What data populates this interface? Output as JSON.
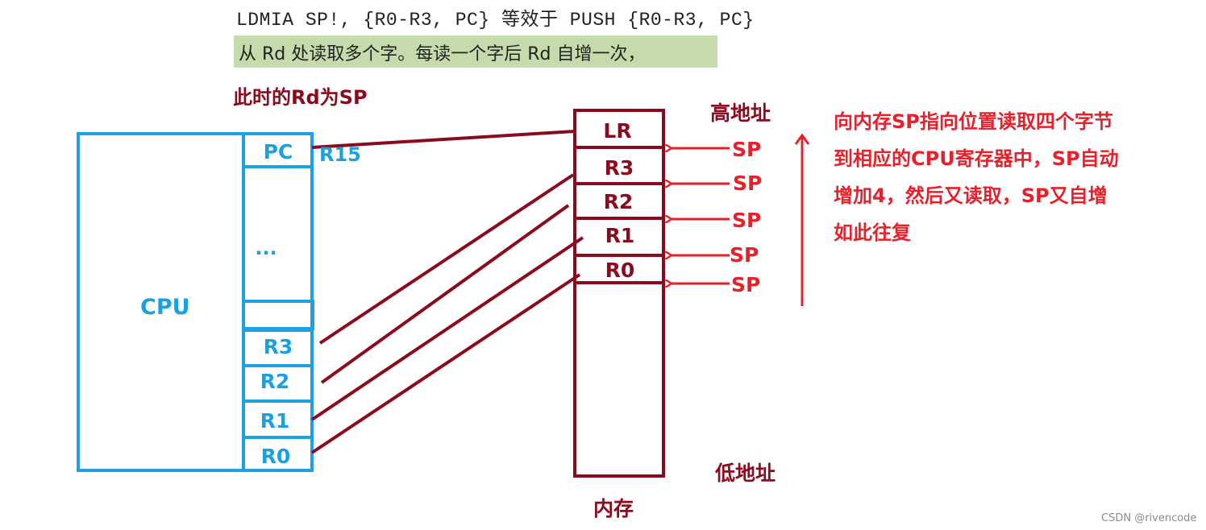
{
  "header": {
    "code_line": "LDMIA     SP!, {R0-R3, PC}  等效于  PUSH  {R0-R3, PC}",
    "description": "从 Rd 处读取多个字。每读一个字后 Rd 自增一次，",
    "rd_note": "此时的Rd为SP"
  },
  "cpu": {
    "label": "CPU",
    "pc": "PC",
    "r15": "R15",
    "ellipsis": "...",
    "registers": [
      "R3",
      "R2",
      "R1",
      "R0"
    ]
  },
  "memory": {
    "label": "内存",
    "cells": [
      "LR",
      "R3",
      "R2",
      "R1",
      "R0"
    ],
    "high_address": "高地址",
    "low_address": "低地址",
    "sp_labels": [
      "SP",
      "SP",
      "SP",
      "SP",
      "SP"
    ]
  },
  "explanation": {
    "lines": [
      "向内存SP指向位置读取四个字节",
      "到相应的CPU寄存器中，SP自动",
      "增加4，然后又读取，SP又自增",
      "如此往复"
    ]
  },
  "watermark": "CSDN @rivencode",
  "colors": {
    "cpu": "#1ba1e2",
    "memory": "#8b0a1e",
    "arrow": "#e8202a",
    "highlight": "#c6dbab"
  }
}
